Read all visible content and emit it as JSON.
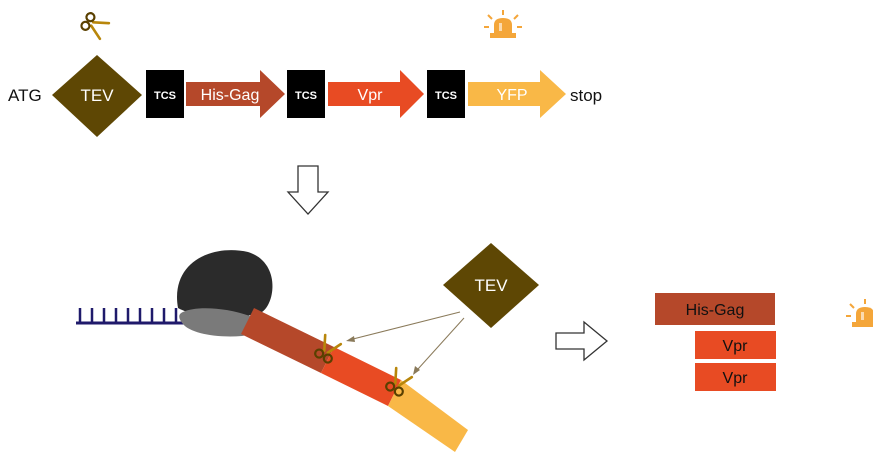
{
  "construct": {
    "start_label": "ATG",
    "stop_label": "stop",
    "protease_label": "TEV",
    "cleavage_site_label": "TCS",
    "segments": [
      {
        "label": "His-Gag",
        "color": "#B5482A"
      },
      {
        "label": "Vpr",
        "color": "#E84B23"
      },
      {
        "label": "YFP",
        "color": "#F9B847"
      }
    ]
  },
  "protease": {
    "label": "TEV",
    "color": "#5E4704",
    "text_color": "#ffffff"
  },
  "products": {
    "items": [
      {
        "label": "His-Gag",
        "color": "#B5482A"
      },
      {
        "label": "Vpr",
        "color": "#E84B23"
      },
      {
        "label": "Vpr",
        "color": "#E84B23"
      }
    ],
    "text_color": "#111111"
  },
  "colors": {
    "tcs_box": "#000000",
    "ribosome_large": "#2B2B2B",
    "ribosome_small": "#7A7A7A",
    "mrna": "#1F1A6B",
    "scissors_blade": "#B8860B",
    "scissors_handle": "#5A4000",
    "light_icon": "#F4A63A",
    "arrow_line": "#8A7A5A"
  },
  "icons": {
    "cut": "scissors-icon",
    "signal": "siren-light-icon"
  }
}
